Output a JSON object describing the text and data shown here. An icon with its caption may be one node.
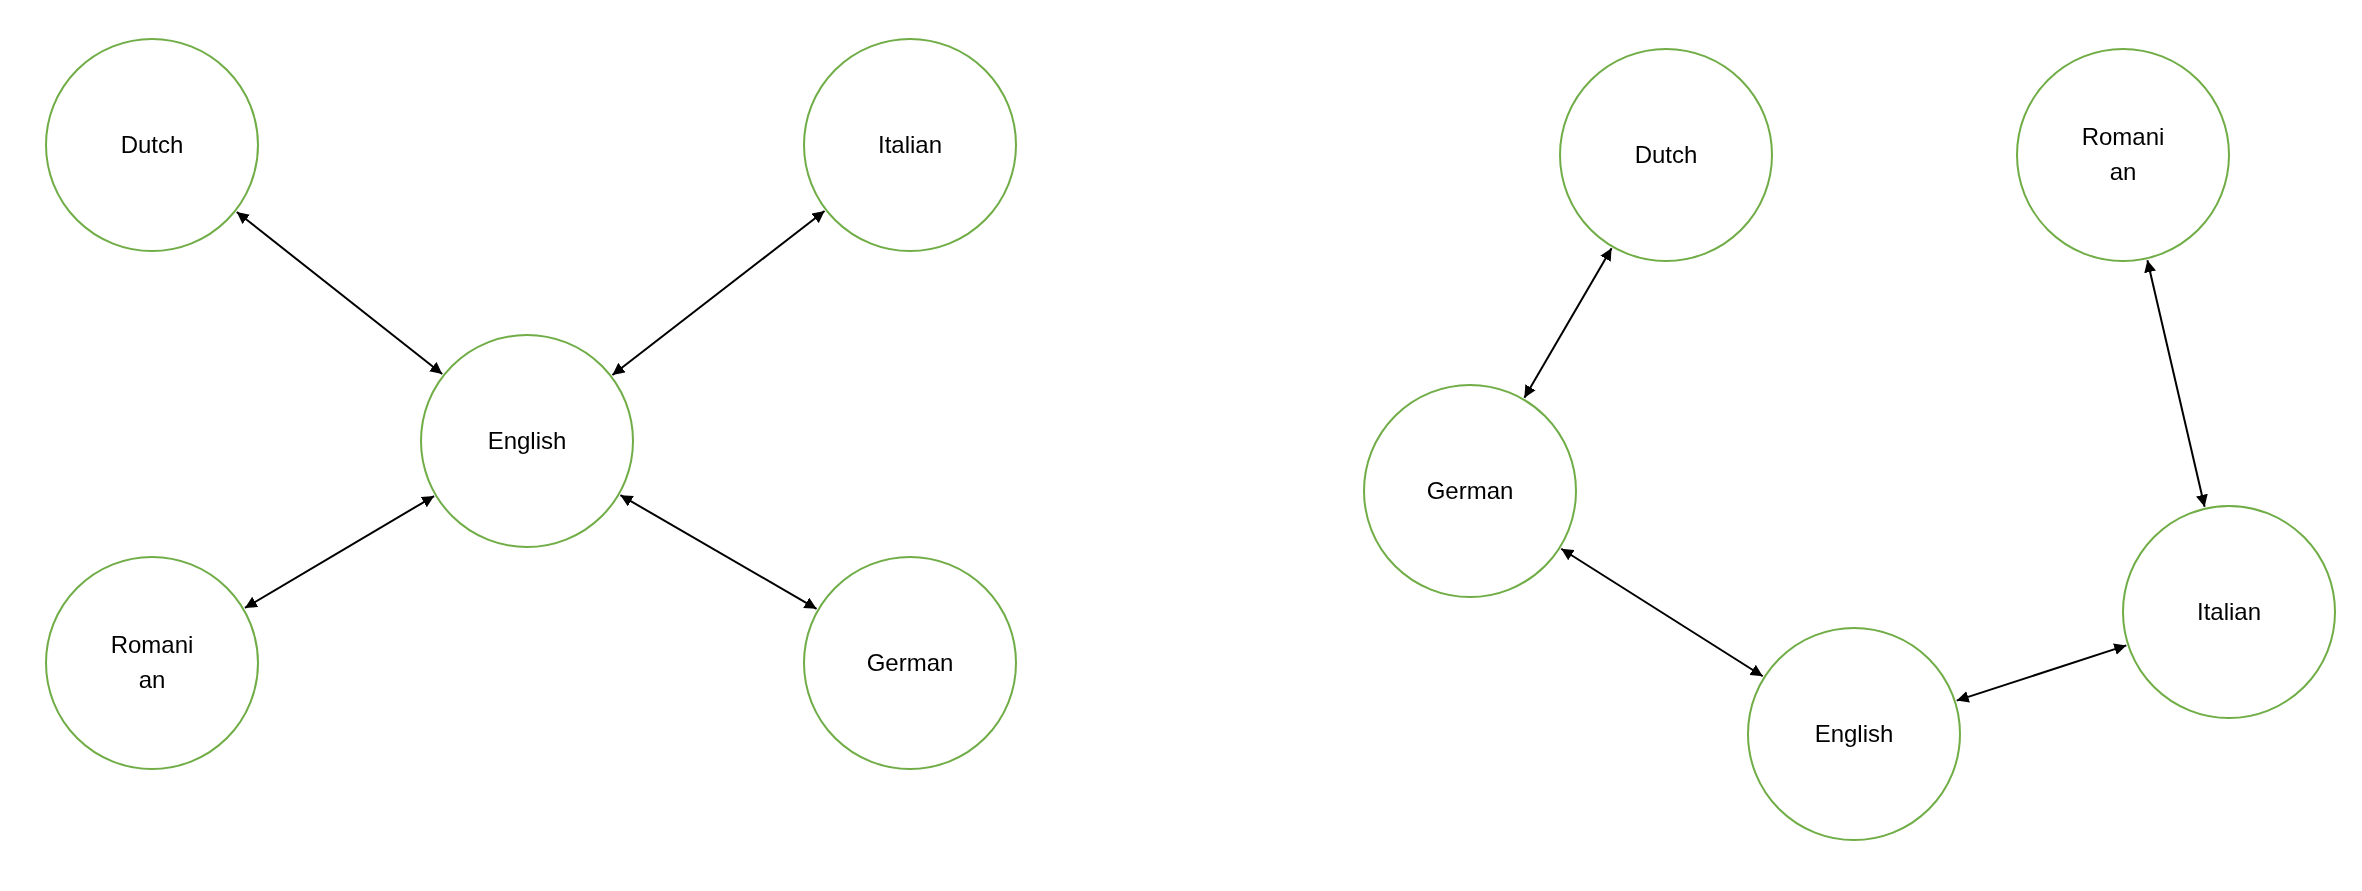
{
  "diagram": {
    "nodes": [
      {
        "text": [
          "Dutch"
        ]
      },
      {
        "text": [
          "Italian"
        ]
      },
      {
        "text": [
          "English"
        ]
      },
      {
        "text": [
          "Romanian"
        ]
      },
      {
        "text": [
          "German"
        ]
      },
      {
        "text": [
          "Dutch"
        ]
      },
      {
        "text": [
          "Romanian"
        ]
      },
      {
        "text": [
          "German"
        ]
      },
      {
        "text": [
          "Italian"
        ]
      },
      {
        "text": [
          "English"
        ]
      }
    ],
    "edges": [
      {
        "from": 0,
        "to": 2,
        "arrow": "both"
      },
      {
        "from": 1,
        "to": 2,
        "arrow": "both"
      },
      {
        "from": 3,
        "to": 2,
        "arrow": "both"
      },
      {
        "from": 4,
        "to": 2,
        "arrow": "both"
      },
      {
        "from": 5,
        "to": 7,
        "arrow": "both"
      },
      {
        "from": 6,
        "to": 8,
        "arrow": "both"
      },
      {
        "from": 7,
        "to": 9,
        "arrow": "both"
      },
      {
        "from": 9,
        "to": 8,
        "arrow": "both"
      }
    ]
  }
}
